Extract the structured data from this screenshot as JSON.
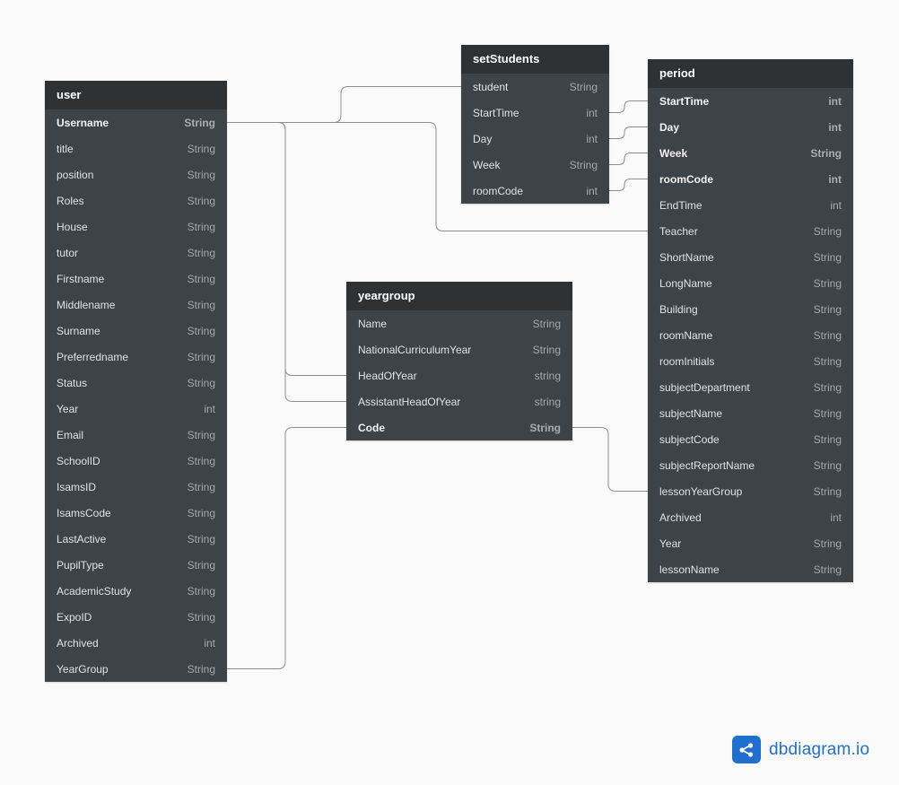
{
  "tables": {
    "user": {
      "name": "user",
      "fields": [
        {
          "name": "Username",
          "type": "String",
          "pk": true
        },
        {
          "name": "title",
          "type": "String"
        },
        {
          "name": "position",
          "type": "String"
        },
        {
          "name": "Roles",
          "type": "String"
        },
        {
          "name": "House",
          "type": "String"
        },
        {
          "name": "tutor",
          "type": "String"
        },
        {
          "name": "Firstname",
          "type": "String"
        },
        {
          "name": "Middlename",
          "type": "String"
        },
        {
          "name": "Surname",
          "type": "String"
        },
        {
          "name": "Preferredname",
          "type": "String"
        },
        {
          "name": "Status",
          "type": "String"
        },
        {
          "name": "Year",
          "type": "int"
        },
        {
          "name": "Email",
          "type": "String"
        },
        {
          "name": "SchoolID",
          "type": "String"
        },
        {
          "name": "IsamsID",
          "type": "String"
        },
        {
          "name": "IsamsCode",
          "type": "String"
        },
        {
          "name": "LastActive",
          "type": "String"
        },
        {
          "name": "PupilType",
          "type": "String"
        },
        {
          "name": "AcademicStudy",
          "type": "String"
        },
        {
          "name": "ExpoID",
          "type": "String"
        },
        {
          "name": "Archived",
          "type": "int"
        },
        {
          "name": "YearGroup",
          "type": "String"
        }
      ]
    },
    "setStudents": {
      "name": "setStudents",
      "fields": [
        {
          "name": "student",
          "type": "String"
        },
        {
          "name": "StartTime",
          "type": "int"
        },
        {
          "name": "Day",
          "type": "int"
        },
        {
          "name": "Week",
          "type": "String"
        },
        {
          "name": "roomCode",
          "type": "int"
        }
      ]
    },
    "period": {
      "name": "period",
      "fields": [
        {
          "name": "StartTime",
          "type": "int",
          "pk": true
        },
        {
          "name": "Day",
          "type": "int",
          "pk": true
        },
        {
          "name": "Week",
          "type": "String",
          "pk": true
        },
        {
          "name": "roomCode",
          "type": "int",
          "pk": true
        },
        {
          "name": "EndTime",
          "type": "int"
        },
        {
          "name": "Teacher",
          "type": "String"
        },
        {
          "name": "ShortName",
          "type": "String"
        },
        {
          "name": "LongName",
          "type": "String"
        },
        {
          "name": "Building",
          "type": "String"
        },
        {
          "name": "roomName",
          "type": "String"
        },
        {
          "name": "roomInitials",
          "type": "String"
        },
        {
          "name": "subjectDepartment",
          "type": "String"
        },
        {
          "name": "subjectName",
          "type": "String"
        },
        {
          "name": "subjectCode",
          "type": "String"
        },
        {
          "name": "subjectReportName",
          "type": "String"
        },
        {
          "name": "lessonYearGroup",
          "type": "String"
        },
        {
          "name": "Archived",
          "type": "int"
        },
        {
          "name": "Year",
          "type": "String"
        },
        {
          "name": "lessonName",
          "type": "String"
        }
      ]
    },
    "yeargroup": {
      "name": "yeargroup",
      "fields": [
        {
          "name": "Name",
          "type": "String"
        },
        {
          "name": "NationalCurriculumYear",
          "type": "String"
        },
        {
          "name": "HeadOfYear",
          "type": "string"
        },
        {
          "name": "AssistantHeadOfYear",
          "type": "string"
        },
        {
          "name": "Code",
          "type": "String",
          "pk": true
        }
      ]
    }
  },
  "relationships": [
    {
      "from": "user.Username",
      "to": "setStudents.student"
    },
    {
      "from": "user.Username",
      "to": "period.Teacher"
    },
    {
      "from": "user.Username",
      "to": "yeargroup.HeadOfYear"
    },
    {
      "from": "user.Username",
      "to": "yeargroup.AssistantHeadOfYear"
    },
    {
      "from": "user.YearGroup",
      "to": "yeargroup.Code"
    },
    {
      "from": "yeargroup.Code",
      "to": "period.lessonYearGroup"
    },
    {
      "from": "setStudents.StartTime",
      "to": "period.StartTime"
    },
    {
      "from": "setStudents.Day",
      "to": "period.Day"
    },
    {
      "from": "setStudents.Week",
      "to": "period.Week"
    },
    {
      "from": "setStudents.roomCode",
      "to": "period.roomCode"
    }
  ],
  "brand": {
    "text": "dbdiagram.io",
    "icon": "share-nodes-icon",
    "color": "#1f6fd1"
  },
  "colors": {
    "header": "#2e3235",
    "body": "#3e4347",
    "connector": "#8a8f93",
    "background": "#fafafa"
  }
}
